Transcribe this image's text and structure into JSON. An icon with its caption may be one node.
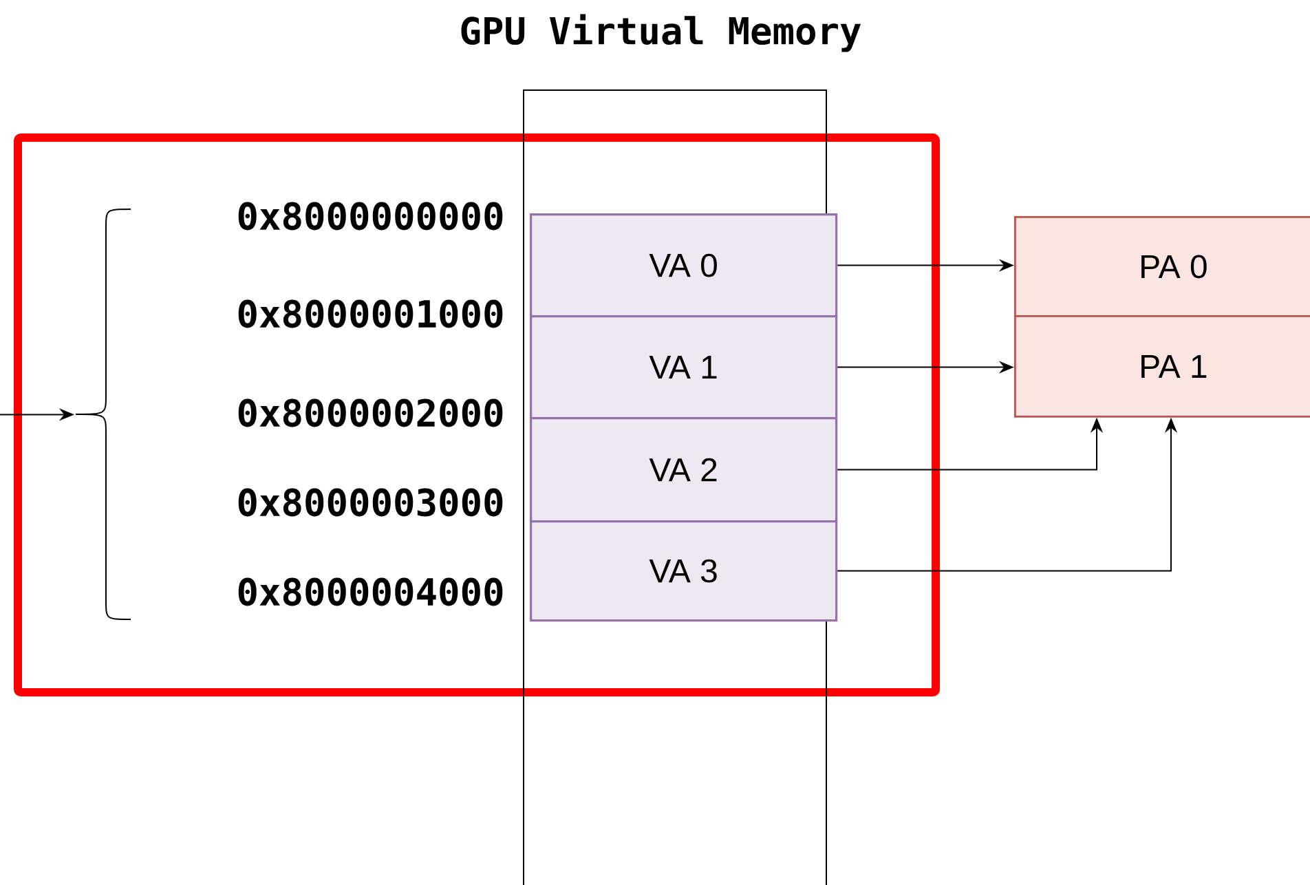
{
  "diagram": {
    "title": "GPU Virtual Memory",
    "nodes": [
      {
        "text": [],
        "shape": "box"
      },
      {
        "text": [
          "VA 0"
        ],
        "in": 0
      },
      {
        "text": [
          "VA 1"
        ],
        "in": 0
      },
      {
        "text": [
          "VA 2"
        ],
        "in": 0
      },
      {
        "text": [
          "VA 3"
        ],
        "in": 0
      },
      {
        "text": [
          "PA 0"
        ]
      },
      {
        "text": [
          "PA 1"
        ]
      },
      {
        "text": [],
        "shape": "brace"
      }
    ],
    "edges": [
      {
        "from": 1,
        "to": 5,
        "arrow": "to"
      },
      {
        "from": 2,
        "to": 6,
        "arrow": "to"
      },
      {
        "from": 3,
        "to": 6,
        "arrow": "to"
      },
      {
        "from": 4,
        "to": 6,
        "arrow": "to"
      },
      {
        "from": null,
        "to": 7,
        "arrow": "to"
      }
    ],
    "labels": [
      "0x8000000000",
      "0x8000001000",
      "0x8000002000",
      "0x8000003000",
      "0x8000004000"
    ]
  }
}
